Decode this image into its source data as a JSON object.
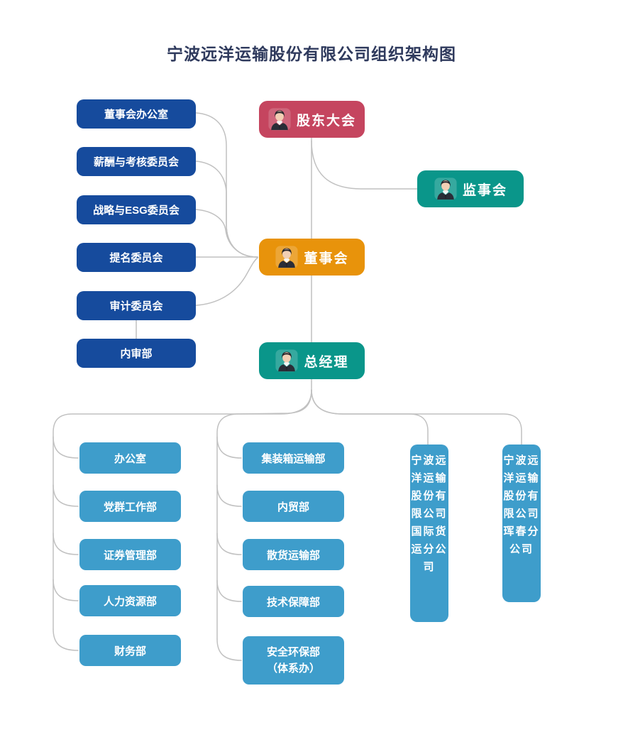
{
  "title": "宁波远洋运输股份有限公司组织架构图",
  "colors": {
    "crimson": "#C5455F",
    "teal": "#0A968A",
    "orange": "#E8930B",
    "dark_blue": "#164B9D",
    "light_blue": "#3E9DCB",
    "connector": "#C1C1C1",
    "title_text": "#2F3A5D"
  },
  "nodes": {
    "shareholders": {
      "label": "股东大会",
      "icon": "businessman-avatar"
    },
    "supervisory": {
      "label": "监事会",
      "icon": "businessman-avatar"
    },
    "board": {
      "label": "董事会",
      "icon": "businessman-avatar"
    },
    "general_manager": {
      "label": "总经理",
      "icon": "businessman-avatar"
    },
    "board_committees": [
      {
        "label": "董事会办公室"
      },
      {
        "label": "薪酬与考核委员会"
      },
      {
        "label": "战略与ESG委员会"
      },
      {
        "label": "提名委员会"
      },
      {
        "label": "审计委员会"
      },
      {
        "label": "内审部"
      }
    ],
    "admin_departments": [
      {
        "label": "办公室"
      },
      {
        "label": "党群工作部"
      },
      {
        "label": "证券管理部"
      },
      {
        "label": "人力资源部"
      },
      {
        "label": "财务部"
      }
    ],
    "business_departments": [
      {
        "label": "集装箱运输部"
      },
      {
        "label": "内贸部"
      },
      {
        "label": "散货运输部"
      },
      {
        "label": "技术保障部"
      },
      {
        "label": "安全环保部\n（体系办）"
      }
    ],
    "branches": [
      {
        "label": "宁波远洋运输股份有限公司国际货运分公司"
      },
      {
        "label": "宁波远洋运输股份有限公司珲春分公司"
      }
    ]
  }
}
